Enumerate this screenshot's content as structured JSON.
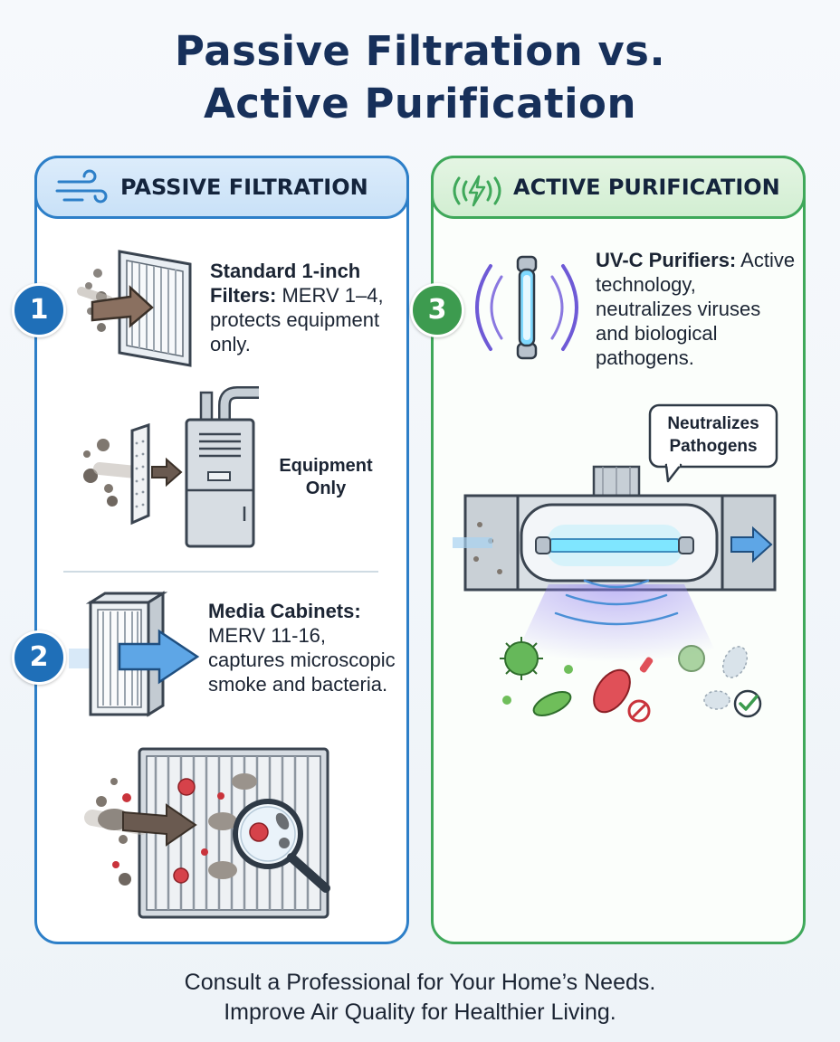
{
  "title": {
    "line1": "Passive Filtration vs.",
    "line2": "Active Purification"
  },
  "passive": {
    "heading": "PASSIVE FILTRATION",
    "color": "#2d7fc8",
    "items": [
      {
        "number": "1",
        "term": "Standard 1-inch Filters:",
        "detail": "MERV 1–4, protects equipment only."
      },
      {
        "number": "2",
        "term": "Media Cabinets:",
        "detail": "MERV 11-16, captures microscopic smoke and bacteria."
      }
    ],
    "equipment_label": "Equipment Only"
  },
  "active": {
    "heading": "ACTIVE PURIFICATION",
    "color": "#3fa85a",
    "items": [
      {
        "number": "3",
        "term": "UV-C Purifiers:",
        "detail": "Active technology, neutralizes viruses and biological pathogens."
      }
    ],
    "callout": "Neutralizes Pathogens"
  },
  "footer": {
    "line1": "Consult a Professional for Your Home’s Needs.",
    "line2": "Improve Air Quality for Healthier Living."
  }
}
